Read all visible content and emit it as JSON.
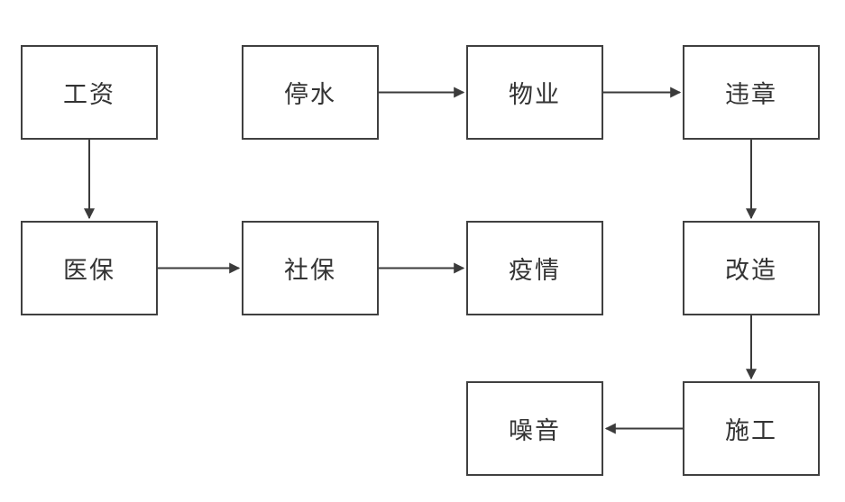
{
  "diagram": {
    "background_color": "#ffffff",
    "node_border_color": "#404040",
    "node_fill_color": "#ffffff",
    "text_color": "#333333",
    "arrow_color": "#3b3b3b",
    "nodes": [
      {
        "id": "gongzi",
        "label": "工资"
      },
      {
        "id": "tingshui",
        "label": "停水"
      },
      {
        "id": "wuye",
        "label": "物业"
      },
      {
        "id": "weizhang",
        "label": "违章"
      },
      {
        "id": "yibao",
        "label": "医保"
      },
      {
        "id": "shebao",
        "label": "社保"
      },
      {
        "id": "yiqing",
        "label": "疫情"
      },
      {
        "id": "gaizao",
        "label": "改造"
      },
      {
        "id": "zaoyin",
        "label": "噪音"
      },
      {
        "id": "shigong",
        "label": "施工"
      }
    ],
    "edges": [
      {
        "from": "gongzi",
        "to": "yibao"
      },
      {
        "from": "tingshui",
        "to": "wuye"
      },
      {
        "from": "wuye",
        "to": "weizhang"
      },
      {
        "from": "weizhang",
        "to": "gaizao"
      },
      {
        "from": "yibao",
        "to": "shebao"
      },
      {
        "from": "shebao",
        "to": "yiqing"
      },
      {
        "from": "gaizao",
        "to": "shigong"
      },
      {
        "from": "shigong",
        "to": "zaoyin"
      }
    ]
  }
}
